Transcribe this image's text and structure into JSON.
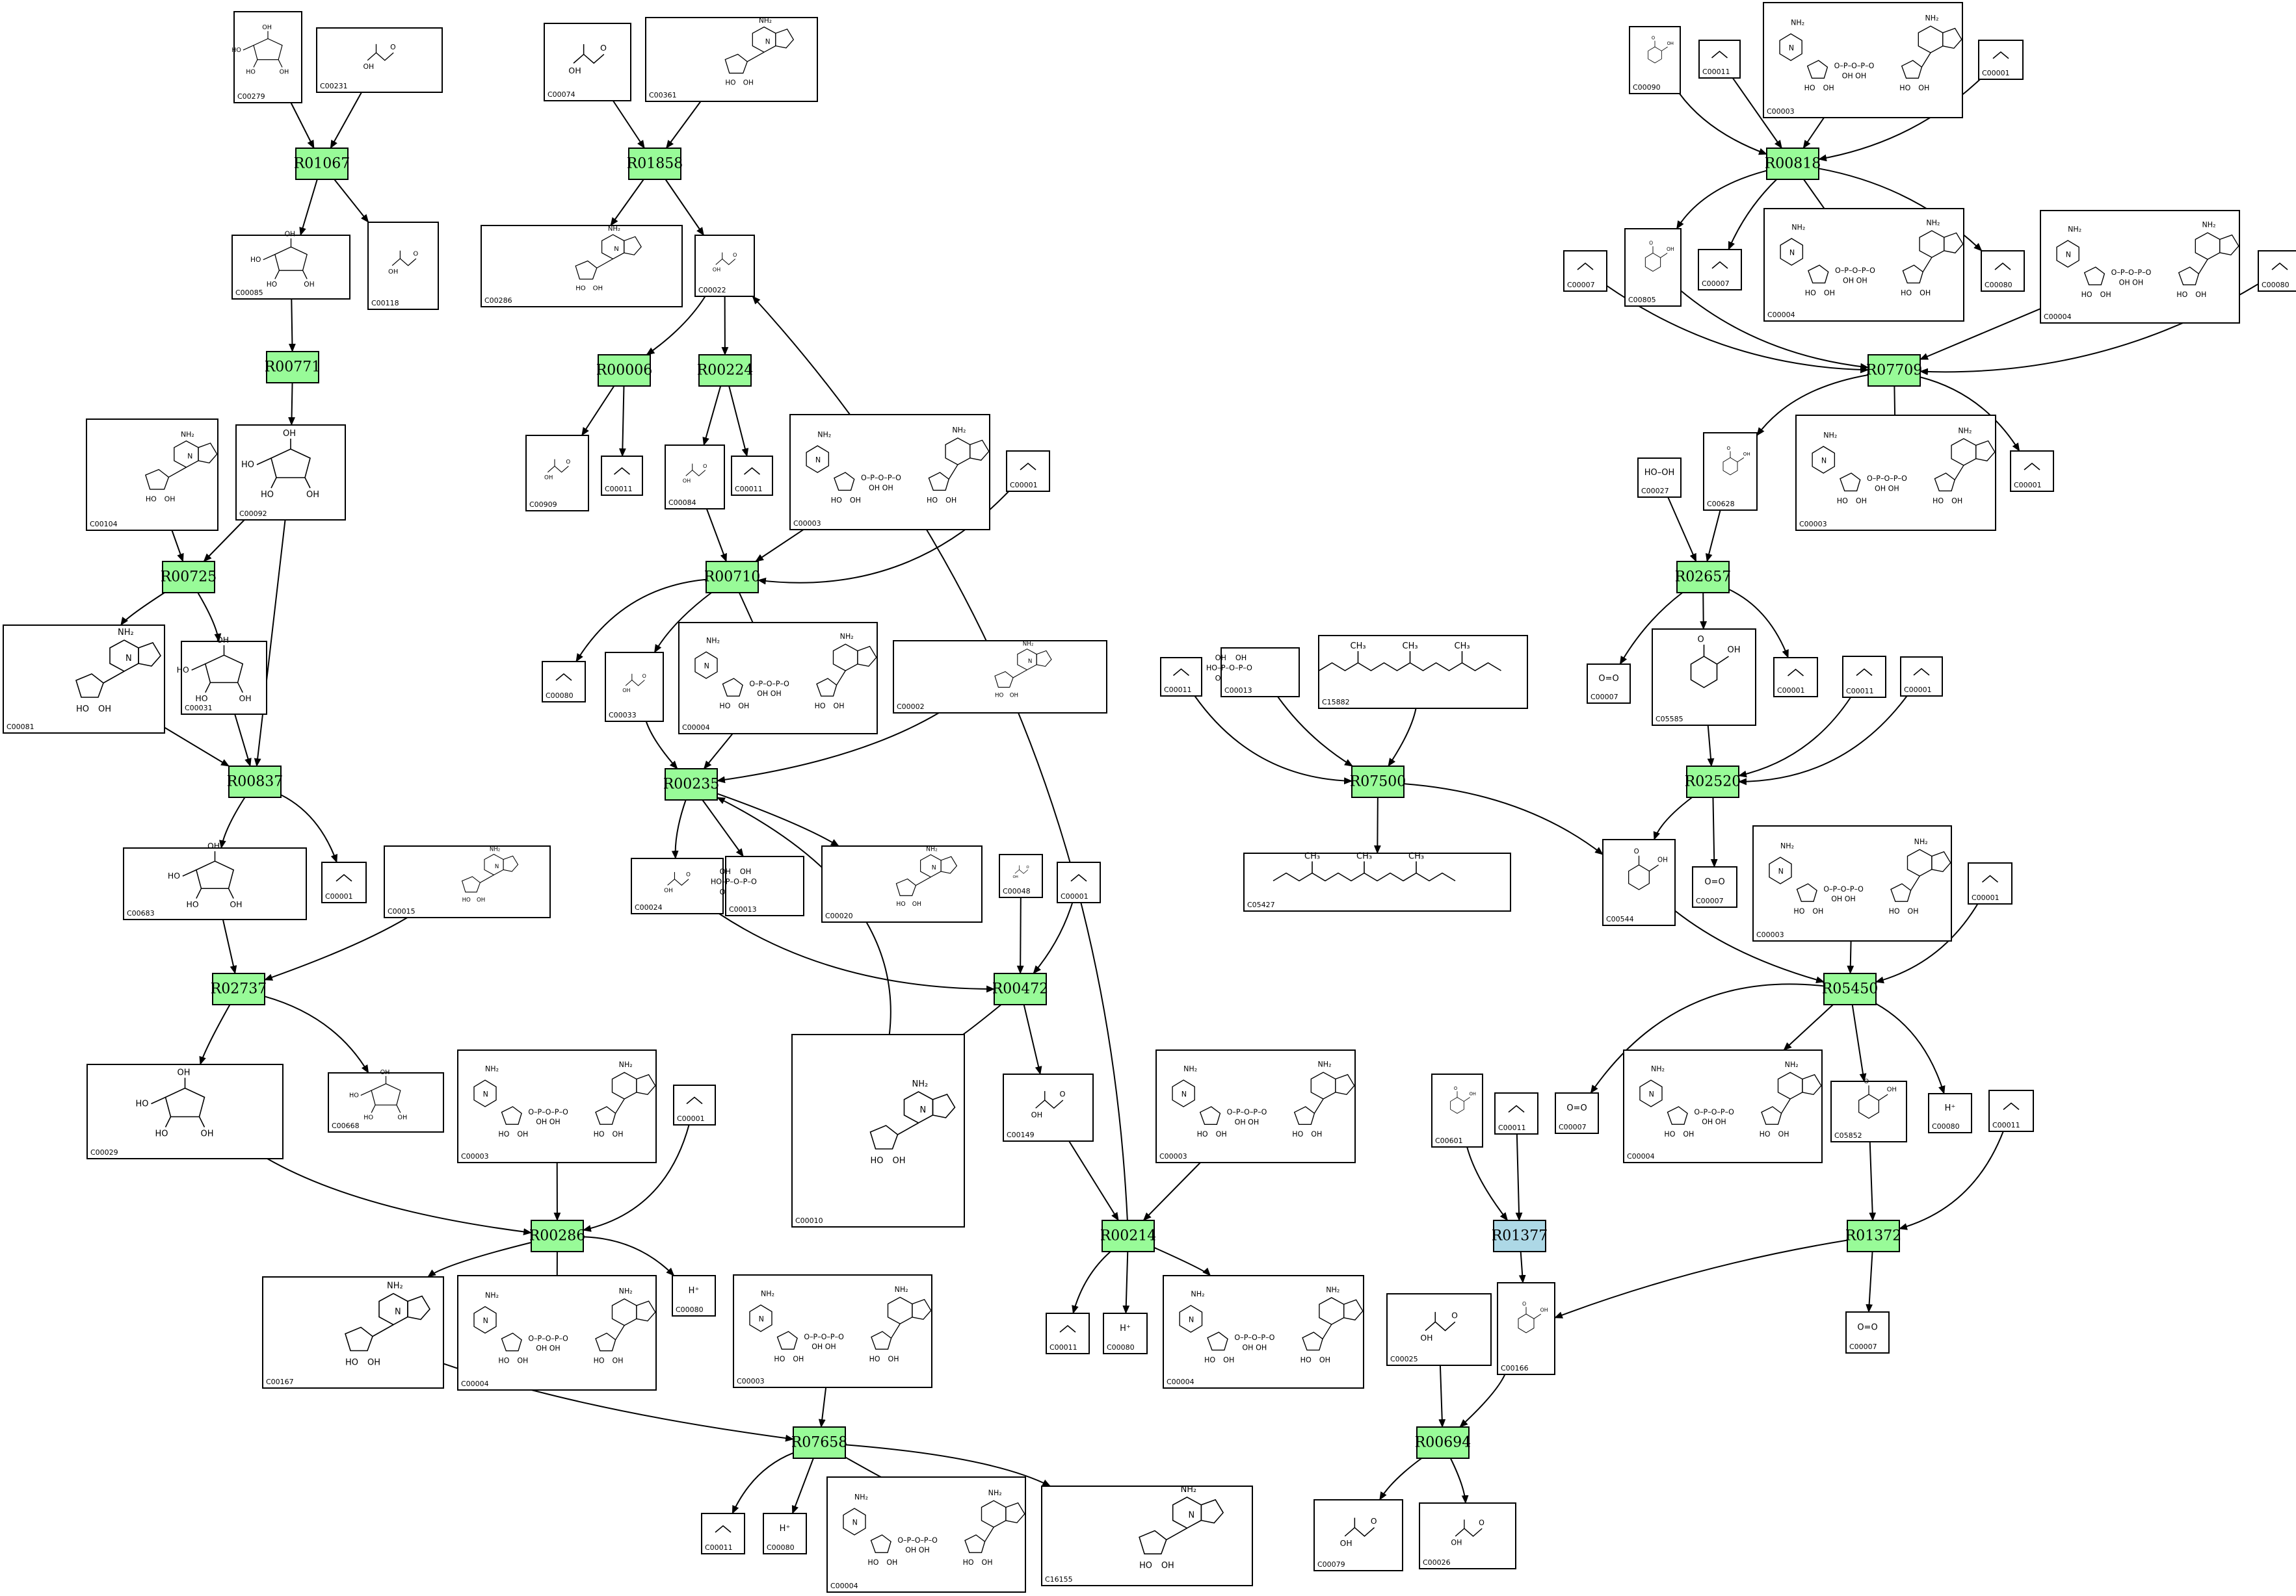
{
  "colors": {
    "reaction": "#98fb98",
    "reaction_highlight": "#add8e6"
  },
  "reactions": [
    {
      "id": "R01067",
      "status": "normal"
    },
    {
      "id": "R01858",
      "status": "normal"
    },
    {
      "id": "R00818",
      "status": "normal"
    },
    {
      "id": "R00771",
      "status": "normal"
    },
    {
      "id": "R00006",
      "status": "normal"
    },
    {
      "id": "R00224",
      "status": "normal"
    },
    {
      "id": "R07709",
      "status": "normal"
    },
    {
      "id": "R00725",
      "status": "normal"
    },
    {
      "id": "R00710",
      "status": "normal"
    },
    {
      "id": "R02657",
      "status": "normal"
    },
    {
      "id": "R00837",
      "status": "normal"
    },
    {
      "id": "R00235",
      "status": "normal"
    },
    {
      "id": "R07500",
      "status": "normal"
    },
    {
      "id": "R02520",
      "status": "normal"
    },
    {
      "id": "R02737",
      "status": "normal"
    },
    {
      "id": "R00472",
      "status": "normal"
    },
    {
      "id": "R05450",
      "status": "normal"
    },
    {
      "id": "R00286",
      "status": "normal"
    },
    {
      "id": "R00214",
      "status": "normal"
    },
    {
      "id": "R01377",
      "status": "highlighted"
    },
    {
      "id": "R01372",
      "status": "normal"
    },
    {
      "id": "R07658",
      "status": "normal"
    },
    {
      "id": "R00694",
      "status": "normal"
    }
  ],
  "compounds": [
    {
      "id": "C00279",
      "formula": ""
    },
    {
      "id": "C00231",
      "formula": ""
    },
    {
      "id": "C00074",
      "formula": ""
    },
    {
      "id": "C00361",
      "formula": ""
    },
    {
      "id": "C00090",
      "formula": ""
    },
    {
      "id": "C00011",
      "formula": ""
    },
    {
      "id": "C00003",
      "formula": ""
    },
    {
      "id": "C00001",
      "formula": ""
    },
    {
      "id": "C00085",
      "formula": ""
    },
    {
      "id": "C00118",
      "formula": ""
    },
    {
      "id": "C00286",
      "formula": ""
    },
    {
      "id": "C00022",
      "formula": ""
    },
    {
      "id": "C00805",
      "formula": ""
    },
    {
      "id": "C00007",
      "formula": "O=O"
    },
    {
      "id": "C00004",
      "formula": ""
    },
    {
      "id": "C00080",
      "formula": "H⁺"
    },
    {
      "id": "C00104",
      "formula": ""
    },
    {
      "id": "C00092",
      "formula": ""
    },
    {
      "id": "C00909",
      "formula": ""
    },
    {
      "id": "C00084",
      "formula": ""
    },
    {
      "id": "C00628",
      "formula": ""
    },
    {
      "id": "C00027",
      "formula": "HO–OH"
    },
    {
      "id": "C00081",
      "formula": ""
    },
    {
      "id": "C00031",
      "formula": ""
    },
    {
      "id": "C00033",
      "formula": ""
    },
    {
      "id": "C00002",
      "formula": ""
    },
    {
      "id": "C00013",
      "formula": ""
    },
    {
      "id": "C15882",
      "formula": ""
    },
    {
      "id": "C05585",
      "formula": ""
    },
    {
      "id": "C00683",
      "formula": ""
    },
    {
      "id": "C00015",
      "formula": ""
    },
    {
      "id": "C00024",
      "formula": ""
    },
    {
      "id": "C00020",
      "formula": ""
    },
    {
      "id": "C05427",
      "formula": ""
    },
    {
      "id": "C00544",
      "formula": ""
    },
    {
      "id": "C00048",
      "formula": ""
    },
    {
      "id": "C00029",
      "formula": ""
    },
    {
      "id": "C00668",
      "formula": ""
    },
    {
      "id": "C00010",
      "formula": ""
    },
    {
      "id": "C00149",
      "formula": ""
    },
    {
      "id": "C00601",
      "formula": ""
    },
    {
      "id": "C05852",
      "formula": ""
    },
    {
      "id": "C00167",
      "formula": ""
    },
    {
      "id": "C00166",
      "formula": ""
    },
    {
      "id": "C00025",
      "formula": ""
    },
    {
      "id": "C16155",
      "formula": ""
    },
    {
      "id": "C00079",
      "formula": ""
    },
    {
      "id": "C00026",
      "formula": ""
    }
  ]
}
